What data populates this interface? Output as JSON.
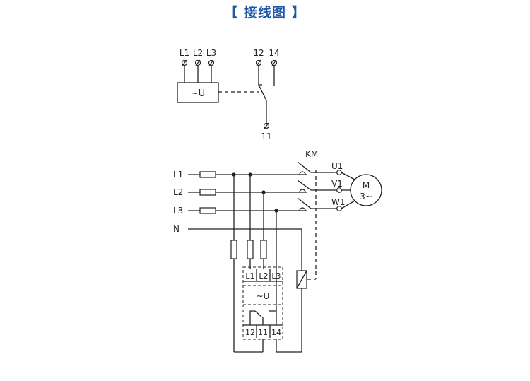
{
  "title": "【 接线图 】",
  "colors": {
    "title": "#1d57a7",
    "line": "#222222"
  },
  "top_diagram": {
    "supply_terminals": [
      "L1",
      "L2",
      "L3"
    ],
    "relay_block_label": "~U",
    "contact_terminals": [
      "12",
      "14"
    ],
    "common_terminal": "11"
  },
  "bottom_diagram": {
    "lines": [
      "L1",
      "L2",
      "L3",
      "N"
    ],
    "contactor_label": "KM",
    "motor_terminals": [
      "U1",
      "V1",
      "W1"
    ],
    "motor_label_top": "M",
    "motor_label_bottom": "3~",
    "relay_terminals_top": [
      "L1",
      "L2",
      "L3"
    ],
    "relay_label": "~U",
    "relay_terminals_bottom": [
      "12",
      "11",
      "14"
    ]
  }
}
